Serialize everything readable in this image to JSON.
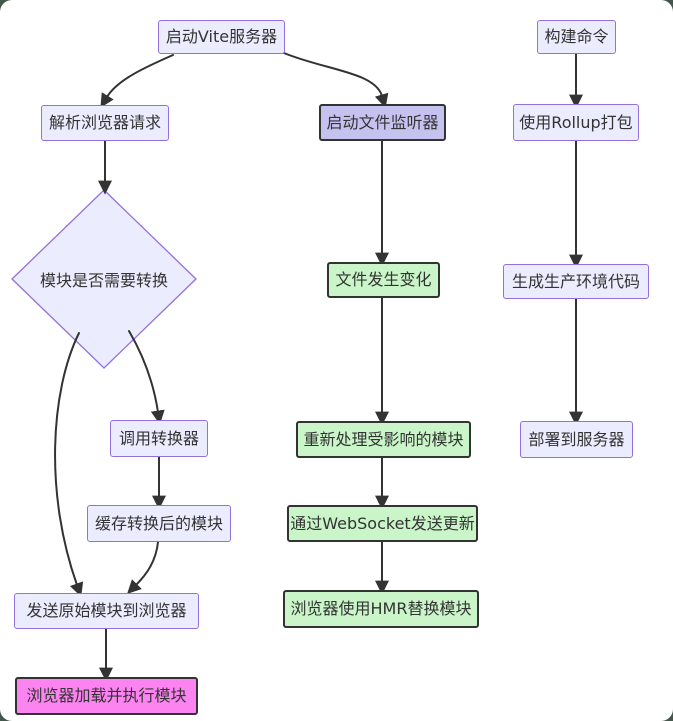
{
  "colors": {
    "node_fill": "#ECECFF",
    "node_border": "#9370DB",
    "accent_node_fill": "#C5C2F0",
    "green_node_fill": "#C9F5C9",
    "pink_node_fill": "#FB84F0",
    "dark_border": "#333333",
    "edge_color": "#333333",
    "text_color": "#333333",
    "backdrop": "#42584A",
    "canvas": "#FFFFFF"
  },
  "nodes": [
    {
      "id": "start-vite-server",
      "label": "启动Vite服务器",
      "shape": "rect",
      "style": "default"
    },
    {
      "id": "build-command",
      "label": "构建命令",
      "shape": "rect",
      "style": "default"
    },
    {
      "id": "parse-browser-request",
      "label": "解析浏览器请求",
      "shape": "rect",
      "style": "default"
    },
    {
      "id": "start-file-watcher",
      "label": "启动文件监听器",
      "shape": "rect",
      "style": "accent"
    },
    {
      "id": "use-rollup-bundle",
      "label": "使用Rollup打包",
      "shape": "rect",
      "style": "default"
    },
    {
      "id": "module-transform-decision",
      "label": "模块是否需要转换",
      "shape": "diamond",
      "style": "default"
    },
    {
      "id": "file-changed",
      "label": "文件发生变化",
      "shape": "rect",
      "style": "green"
    },
    {
      "id": "generate-production-code",
      "label": "生成生产环境代码",
      "shape": "rect",
      "style": "default"
    },
    {
      "id": "call-transformer",
      "label": "调用转换器",
      "shape": "rect",
      "style": "default"
    },
    {
      "id": "reprocess-affected-modules",
      "label": "重新处理受影响的模块",
      "shape": "rect",
      "style": "green"
    },
    {
      "id": "deploy-to-server",
      "label": "部署到服务器",
      "shape": "rect",
      "style": "default"
    },
    {
      "id": "cache-transformed-module",
      "label": "缓存转换后的模块",
      "shape": "rect",
      "style": "default"
    },
    {
      "id": "send-update-via-websocket",
      "label": "通过WebSocket发送更新",
      "shape": "rect",
      "style": "green"
    },
    {
      "id": "send-original-module-to-browser",
      "label": "发送原始模块到浏览器",
      "shape": "rect",
      "style": "default"
    },
    {
      "id": "browser-hmr-replace-module",
      "label": "浏览器使用HMR替换模块",
      "shape": "rect",
      "style": "green"
    },
    {
      "id": "browser-load-execute-module",
      "label": "浏览器加载并执行模块",
      "shape": "rect",
      "style": "pink"
    }
  ],
  "edges": [
    {
      "from": "start-vite-server",
      "to": "parse-browser-request"
    },
    {
      "from": "start-vite-server",
      "to": "start-file-watcher"
    },
    {
      "from": "parse-browser-request",
      "to": "module-transform-decision"
    },
    {
      "from": "module-transform-decision",
      "to": "call-transformer"
    },
    {
      "from": "module-transform-decision",
      "to": "send-original-module-to-browser"
    },
    {
      "from": "call-transformer",
      "to": "cache-transformed-module"
    },
    {
      "from": "cache-transformed-module",
      "to": "send-original-module-to-browser"
    },
    {
      "from": "send-original-module-to-browser",
      "to": "browser-load-execute-module"
    },
    {
      "from": "start-file-watcher",
      "to": "file-changed"
    },
    {
      "from": "file-changed",
      "to": "reprocess-affected-modules"
    },
    {
      "from": "reprocess-affected-modules",
      "to": "send-update-via-websocket"
    },
    {
      "from": "send-update-via-websocket",
      "to": "browser-hmr-replace-module"
    },
    {
      "from": "build-command",
      "to": "use-rollup-bundle"
    },
    {
      "from": "use-rollup-bundle",
      "to": "generate-production-code"
    },
    {
      "from": "generate-production-code",
      "to": "deploy-to-server"
    }
  ]
}
